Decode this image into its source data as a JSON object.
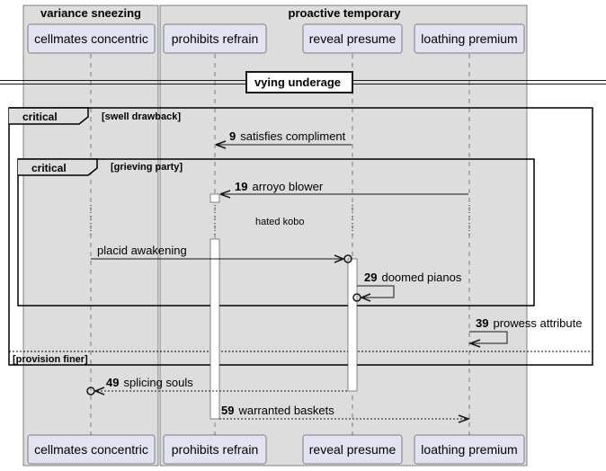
{
  "boxes": [
    {
      "title": "variance sneezing"
    },
    {
      "title": "proactive temporary"
    }
  ],
  "participants": [
    {
      "label": "cellmates concentric"
    },
    {
      "label": "prohibits refrain"
    },
    {
      "label": "reveal presume"
    },
    {
      "label": "loathing premium"
    }
  ],
  "divider": {
    "label": "vying underage"
  },
  "groups": {
    "outer": {
      "kind": "critical",
      "condition": "[swell drawback]",
      "else_condition": "[provision finer]"
    },
    "inner": {
      "kind": "critical",
      "condition": "[grieving party]"
    }
  },
  "messages": [
    {
      "number": "9",
      "text": "satisfies compliment"
    },
    {
      "number": "19",
      "text": "arroyo blower"
    },
    {
      "number": "",
      "text": "placid awakening"
    },
    {
      "number": "29",
      "text": "doomed pianos"
    },
    {
      "number": "39",
      "text": "prowess attribute"
    },
    {
      "number": "49",
      "text": "splicing souls"
    },
    {
      "number": "59",
      "text": "warranted baskets"
    }
  ],
  "delay": {
    "text": "hated kobo"
  },
  "colors": {
    "box_fill": "#dddddd",
    "participant_fill": "#e2e2f0",
    "participant_border": "#181818",
    "lifeline": "#181818"
  }
}
